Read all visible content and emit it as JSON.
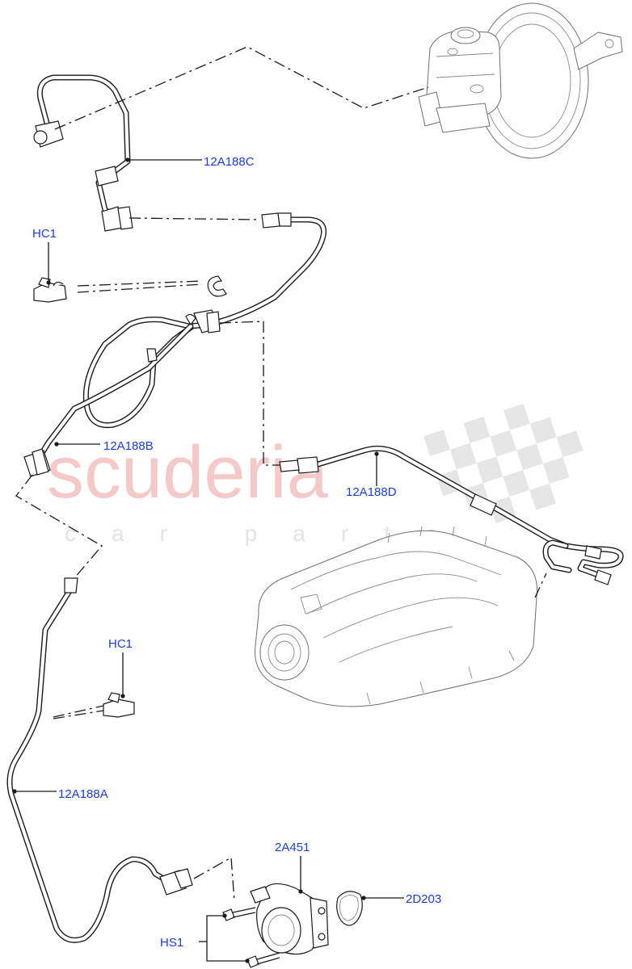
{
  "labels": {
    "hose_c": "12A188C",
    "hose_b": "12A188B",
    "hose_d": "12A188D",
    "hose_a": "12A188A",
    "clip_upper": "HC1",
    "clip_lower": "HC1",
    "pump": "2A451",
    "seal": "2D203",
    "screws": "HS1"
  },
  "watermark": {
    "brand": "scuderia",
    "tagline": "car parts"
  },
  "colors": {
    "callout_text": "#1a3fd6",
    "watermark_brand": "#f6c9c9",
    "watermark_tagline": "#e4e4e4"
  }
}
